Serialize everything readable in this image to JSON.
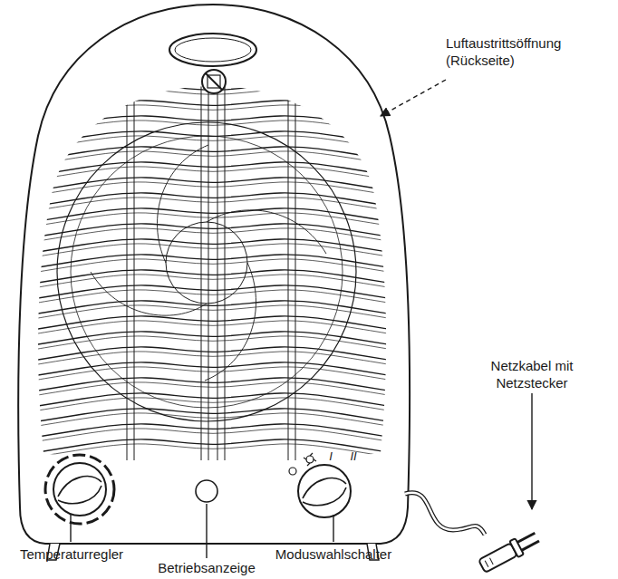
{
  "diagram": {
    "labels": [
      "Luftaustrittsöffnung (Rückseite)",
      "Netzkabel mit Netzstecker",
      "Temperaturregler",
      "Moduswahlschalter",
      "Betriebsanzeige",
      "I",
      "II"
    ]
  }
}
